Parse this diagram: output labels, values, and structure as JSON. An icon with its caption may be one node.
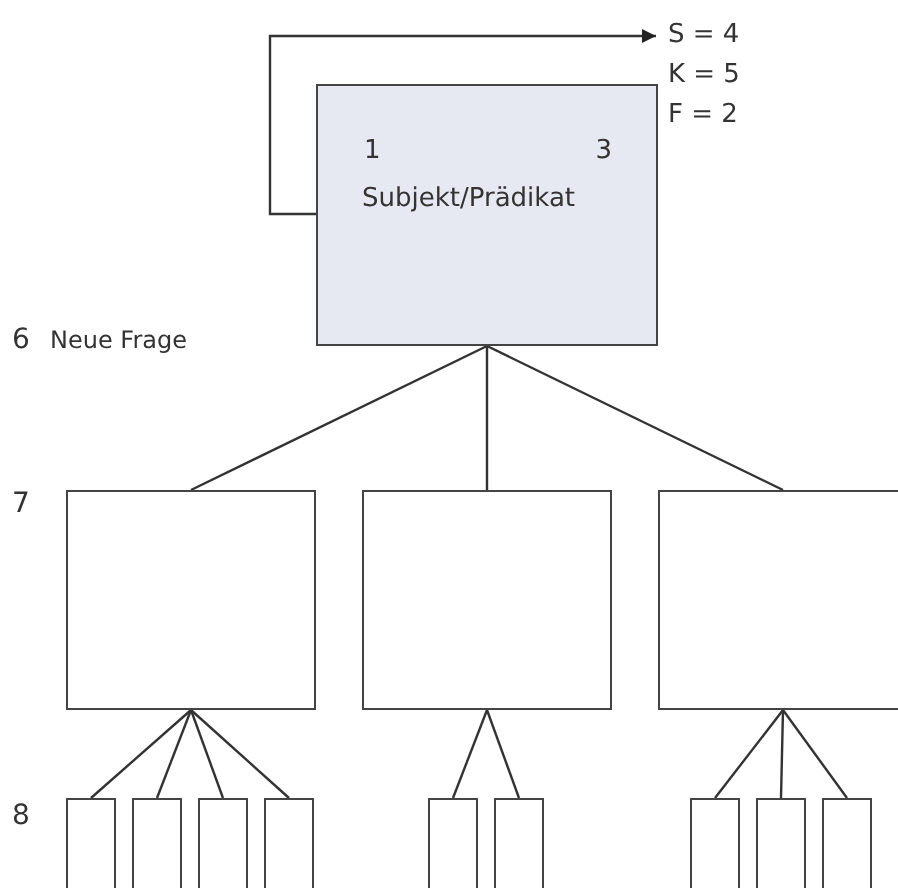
{
  "diagram": {
    "nodes": [
      {
        "text": [
          "1",
          "3",
          "Subjekt/Prädikat"
        ]
      },
      {
        "text": [
          "S = 4",
          "K = 5",
          "F = 2"
        ]
      },
      {
        "text": [],
        "shape": "box"
      },
      {
        "text": [],
        "shape": "box"
      },
      {
        "text": [],
        "shape": "box"
      },
      {
        "text": [],
        "shape": "box"
      },
      {
        "text": [],
        "shape": "box"
      },
      {
        "text": [],
        "shape": "box"
      },
      {
        "text": [],
        "shape": "box"
      },
      {
        "text": [],
        "shape": "box"
      },
      {
        "text": [],
        "shape": "box"
      },
      {
        "text": [],
        "shape": "box"
      },
      {
        "text": [],
        "shape": "box"
      },
      {
        "text": [],
        "shape": "box"
      }
    ],
    "edges": [
      {
        "from": 0,
        "to": 1,
        "arrow": "to"
      },
      {
        "from": 0,
        "to": 2,
        "arrow": "none"
      },
      {
        "from": 0,
        "to": 3,
        "arrow": "none"
      },
      {
        "from": 0,
        "to": 4,
        "arrow": "none"
      },
      {
        "from": 2,
        "to": 5,
        "arrow": "none"
      },
      {
        "from": 2,
        "to": 6,
        "arrow": "none"
      },
      {
        "from": 2,
        "to": 7,
        "arrow": "none"
      },
      {
        "from": 2,
        "to": 8,
        "arrow": "none"
      },
      {
        "from": 3,
        "to": 9,
        "arrow": "none"
      },
      {
        "from": 3,
        "to": 10,
        "arrow": "none"
      },
      {
        "from": 4,
        "to": 11,
        "arrow": "none"
      },
      {
        "from": 4,
        "to": 12,
        "arrow": "none"
      },
      {
        "from": 4,
        "to": 13,
        "arrow": "none"
      }
    ],
    "labels": [
      "6",
      "Neue Frage",
      "7",
      "8"
    ]
  }
}
